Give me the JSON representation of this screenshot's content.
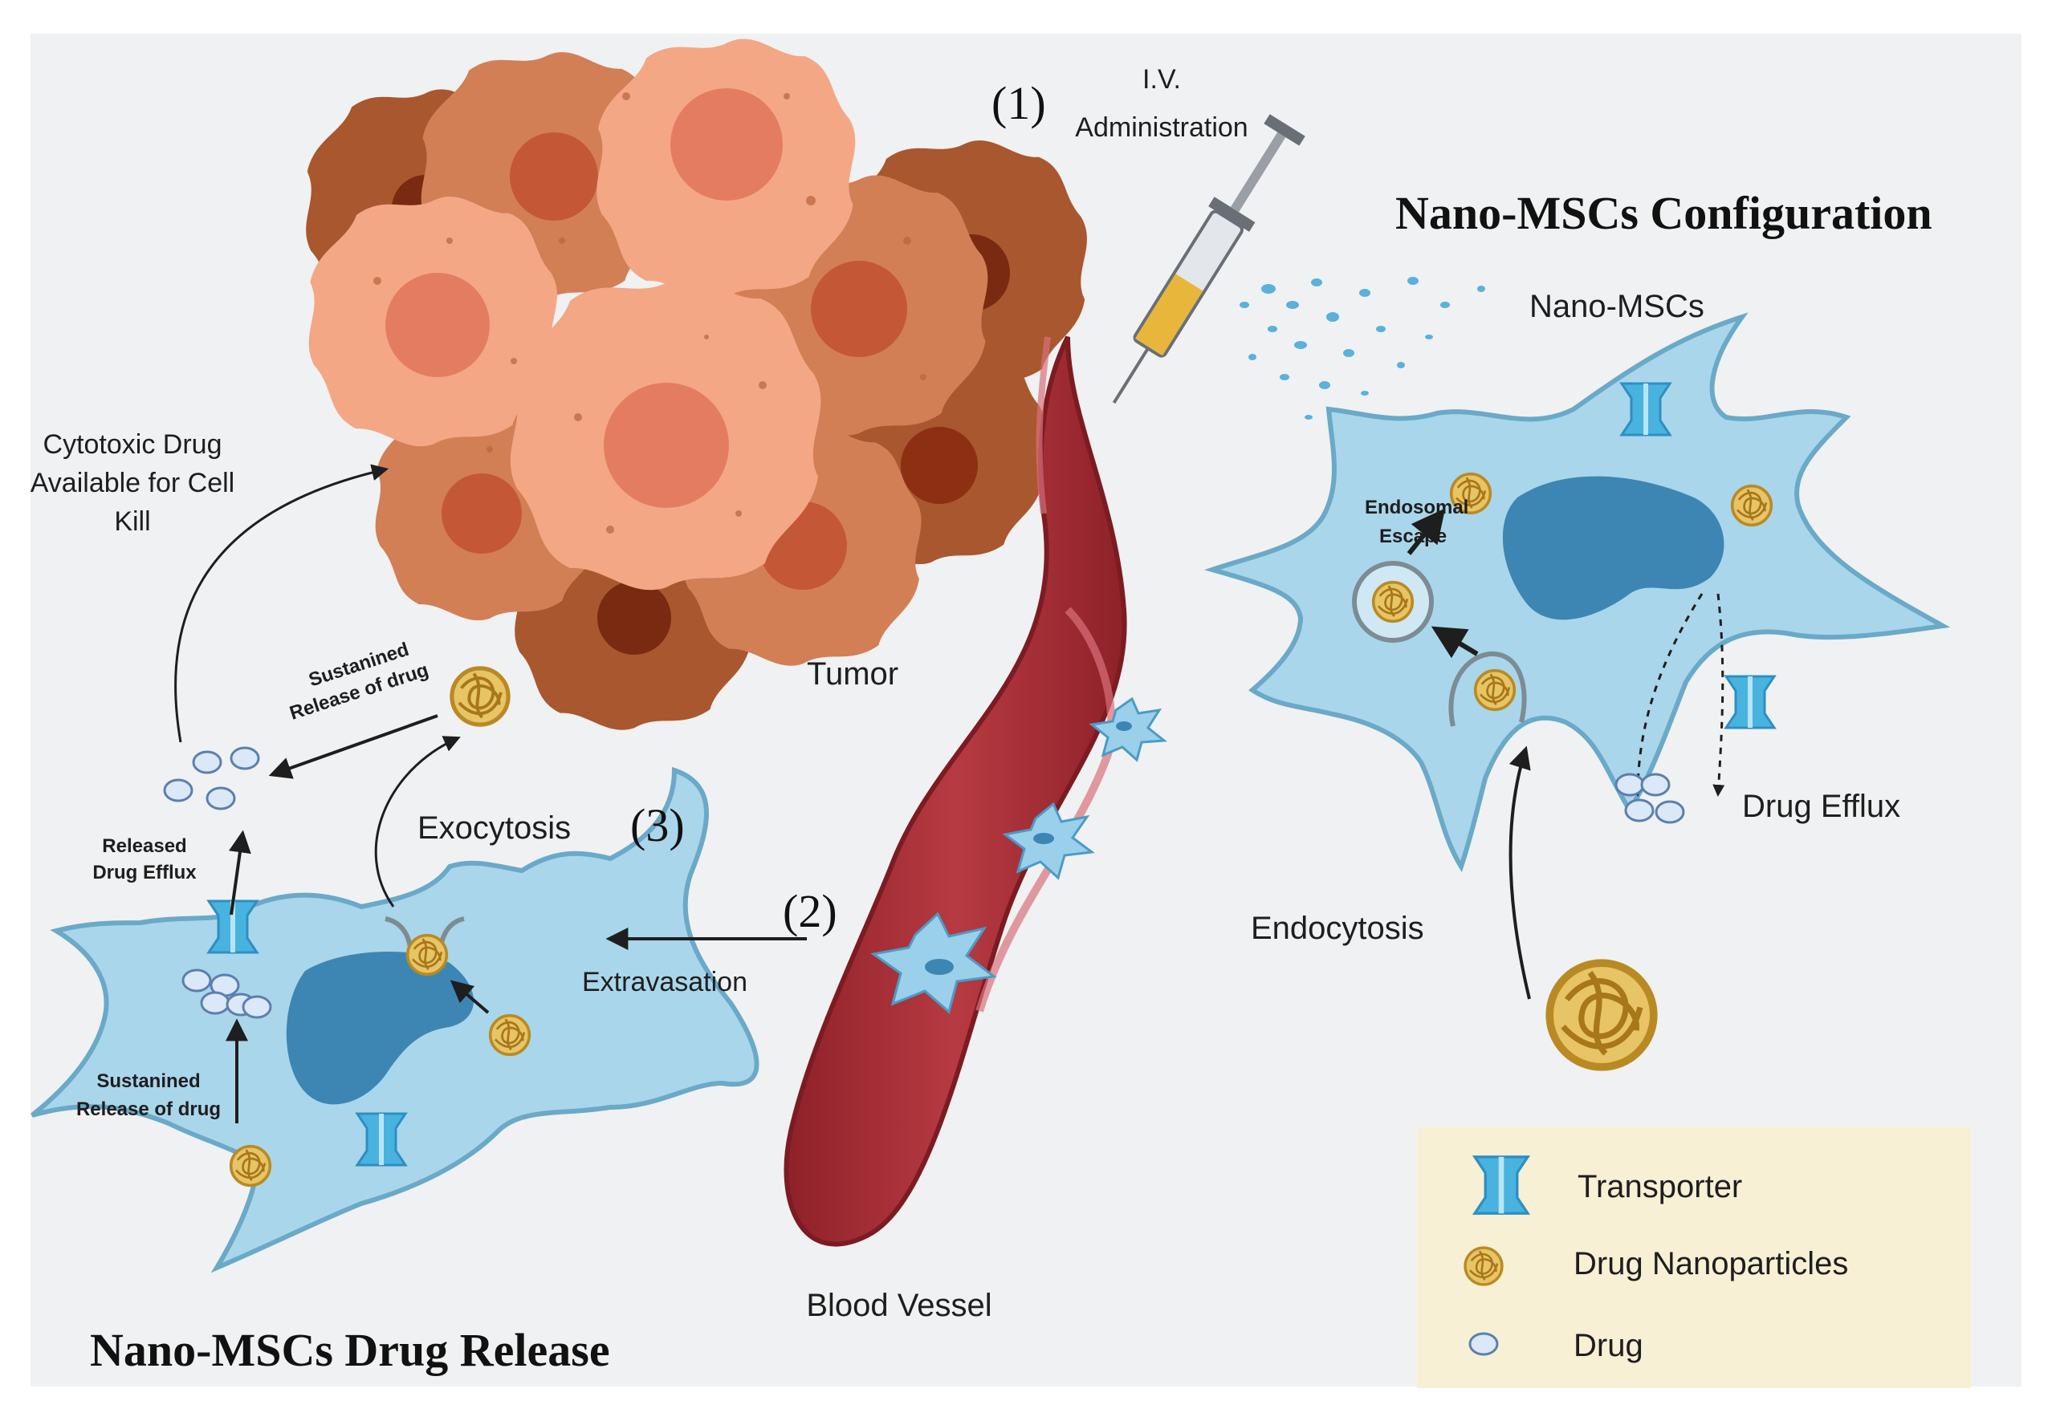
{
  "step_1": "(1)",
  "iv_line1": "I.V.",
  "iv_line2": "Administration",
  "config_title": "Nano-MSCs Configuration",
  "nano_mscs": "Nano-MSCs",
  "endosomal_line1": "Endosomal",
  "endosomal_line2": "Escape",
  "drug_efflux": "Drug Efflux",
  "endocytosis": "Endocytosis",
  "tumor": "Tumor",
  "cytotoxic_line1": "Cytotoxic Drug",
  "cytotoxic_line2": "Available for Cell",
  "cytotoxic_line3": "Kill",
  "sustained_top_line1": "Sustanined",
  "sustained_top_line2": "Release of drug",
  "exocytosis": "Exocytosis",
  "step_3": "(3)",
  "step_2": "(2)",
  "extravasation": "Extravasation",
  "released_line1": "Released",
  "released_line2": "Drug Efflux",
  "sustained_cell_line1": "Sustanined",
  "sustained_cell_line2": "Release of drug",
  "blood_vessel": "Blood Vessel",
  "release_title": "Nano-MSCs Drug Release",
  "legend": {
    "transporter": "Transporter",
    "nanoparticles": "Drug Nanoparticles",
    "drug": "Drug"
  },
  "colors": {
    "cell_fill": "#a9d6ea",
    "cell_stroke": "#6aa9c8",
    "nucleus": "#3d86b4",
    "transporter": "#49b3e0",
    "nanoparticle": "#d2a63a",
    "drug": "#cde1f4",
    "vessel": "#a73038",
    "tumor_light": "#f4a784",
    "tumor_dark": "#a9572f",
    "legend_bg": "#f7f0d4"
  }
}
